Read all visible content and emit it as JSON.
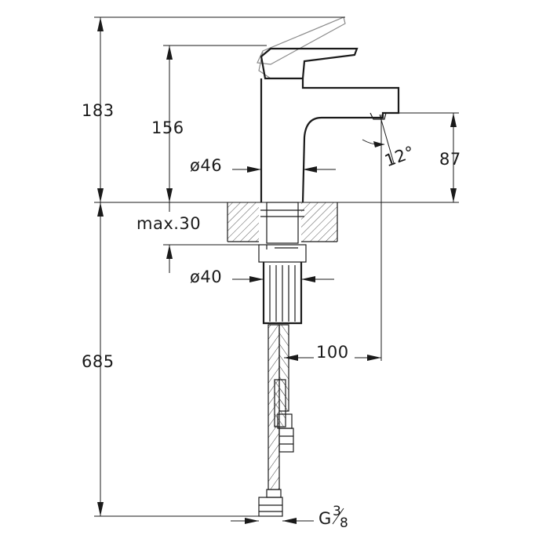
{
  "drawing": {
    "subject": "basin mixer faucet dimensional drawing",
    "dimensions": {
      "total_height_above_deck": "183",
      "spout_top_height": "156",
      "body_diameter": "ø46",
      "spout_outlet_height": "87",
      "outlet_angle": "12°",
      "max_deck_thickness": "max.30",
      "shank_diameter": "ø40",
      "spout_reach": "100",
      "hose_length": "685",
      "connection_thread": "G",
      "connection_thread_fraction_num": "3",
      "connection_thread_fraction_den": "8"
    }
  }
}
